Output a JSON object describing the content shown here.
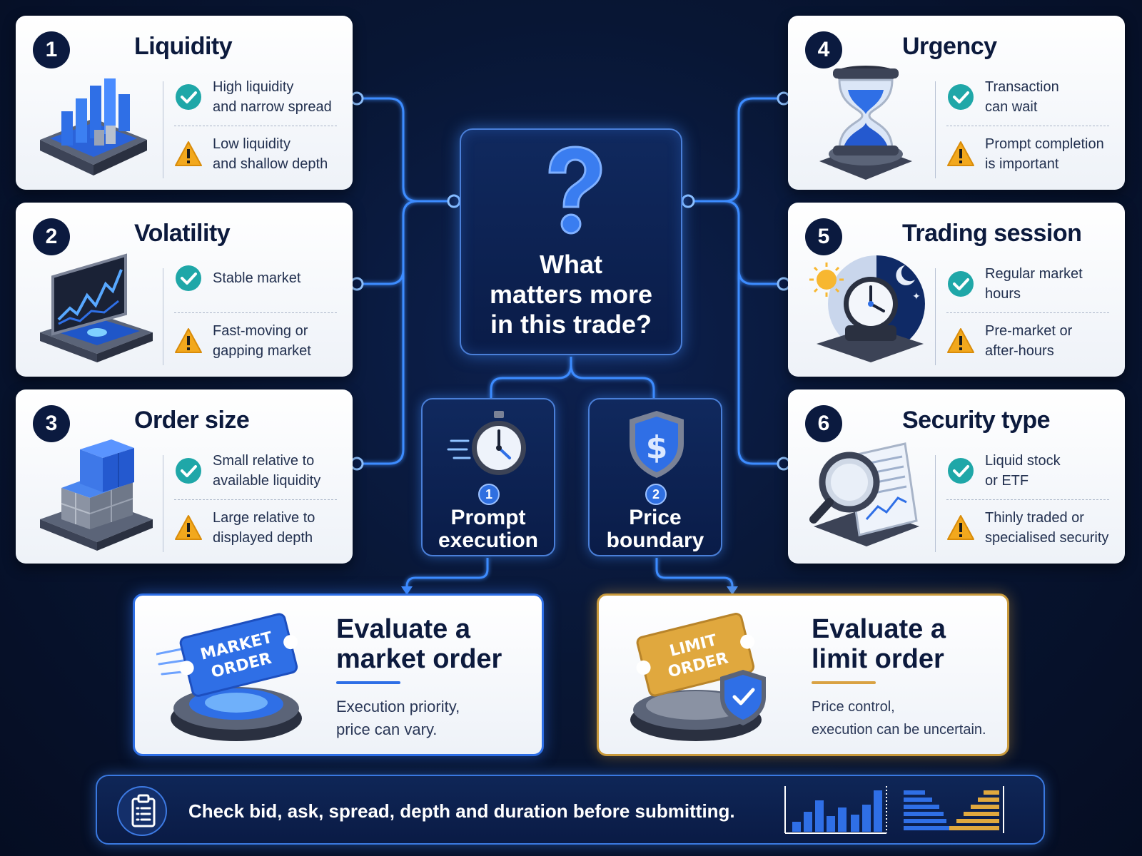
{
  "center": {
    "question": "What\nmatters more\nin this trade?"
  },
  "factors": [
    {
      "number": "1",
      "title": "Liquidity",
      "icon": "bar-chart-3d-icon",
      "good": "High liquidity\nand narrow spread",
      "warn": "Low liquidity\nand shallow depth"
    },
    {
      "number": "2",
      "title": "Volatility",
      "icon": "volatility-monitor-icon",
      "good": "Stable market",
      "warn": "Fast-moving or\ngapping market"
    },
    {
      "number": "3",
      "title": "Order size",
      "icon": "stacked-cubes-icon",
      "good": "Small relative to\navailable liquidity",
      "warn": "Large relative to\ndisplayed depth"
    },
    {
      "number": "4",
      "title": "Urgency",
      "icon": "hourglass-icon",
      "good": "Transaction\ncan wait",
      "warn": "Prompt completion\nis important"
    },
    {
      "number": "5",
      "title": "Trading session",
      "icon": "clock-day-night-icon",
      "good": "Regular market\nhours",
      "warn": "Pre-market or\nafter-hours"
    },
    {
      "number": "6",
      "title": "Security type",
      "icon": "magnifier-document-icon",
      "good": "Liquid stock\nor ETF",
      "warn": "Thinly traded or\nspecialised security"
    }
  ],
  "priorities": [
    {
      "number": "1",
      "label": "Prompt\nexecution",
      "icon": "stopwatch-icon"
    },
    {
      "number": "2",
      "label": "Price\nboundary",
      "icon": "dollar-shield-icon"
    }
  ],
  "outcomes": {
    "market": {
      "title": "Evaluate a\nmarket order",
      "description": "Execution priority,\nprice can vary.",
      "ticket_line1": "MARKET",
      "ticket_line2": "ORDER",
      "accent": "#2e6fe6"
    },
    "limit": {
      "title": "Evaluate a\nlimit order",
      "description": "Price control,\nexecution can be uncertain.",
      "ticket_line1": "LIMIT",
      "ticket_line2": "ORDER",
      "accent": "#d9a243"
    }
  },
  "footer": {
    "tip": "Check bid, ask, spread, depth and duration before submitting.",
    "icon": "clipboard-icon"
  },
  "colors": {
    "background": "#081634",
    "glow": "#3e8cff",
    "good": "#1fa7a8",
    "warn": "#f2a81d",
    "gold": "#d9a243"
  }
}
